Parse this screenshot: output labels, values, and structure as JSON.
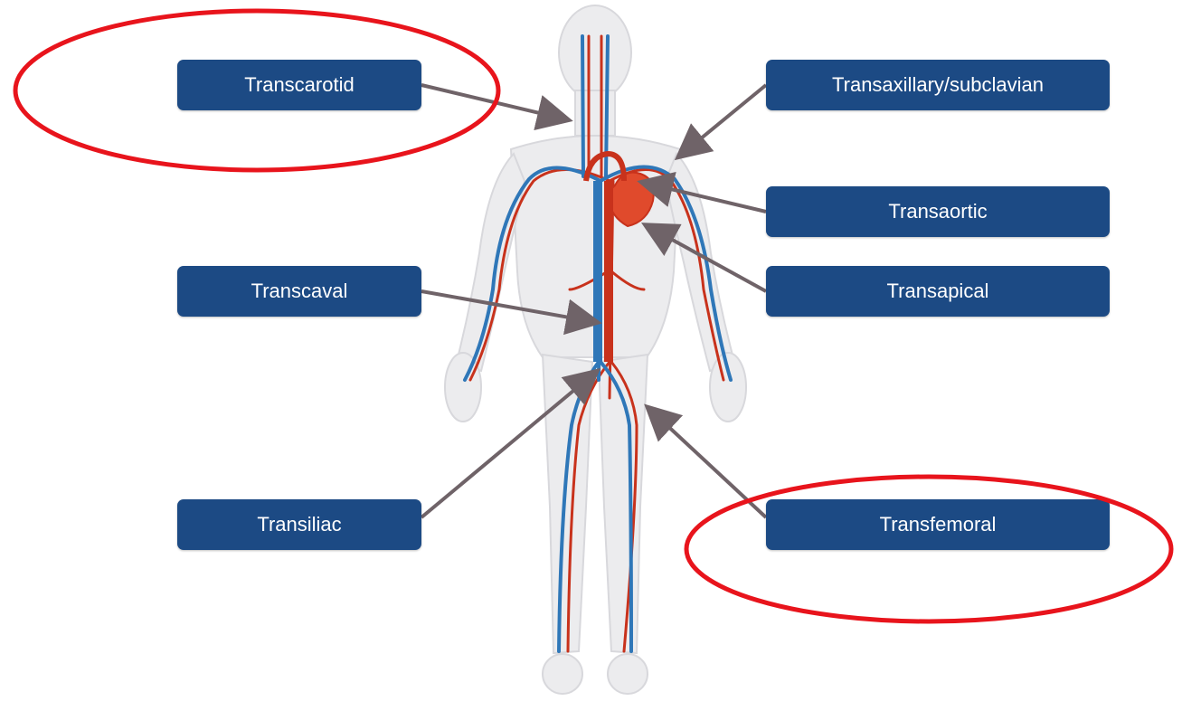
{
  "routes": {
    "transcarotid": "Transcarotid",
    "transaxillary_subclavian": "Transaxillary/subclavian",
    "transaortic": "Transaortic",
    "transcaval": "Transcaval",
    "transapical": "Transapical",
    "transiliac": "Transiliac",
    "transfemoral": "Transfemoral"
  },
  "highlighted_routes": [
    "Transcarotid",
    "Transfemoral"
  ],
  "colors": {
    "label_background": "#1c4a84",
    "label_text": "#ffffff",
    "arrow": "#6f6368",
    "highlight_ellipse": "#e8141c",
    "artery": "#c8321c",
    "vein": "#2f77b8",
    "heart": "#e04a2c",
    "body_silhouette": "#ececee"
  },
  "icons": [
    "human-body-illustration",
    "heart-icon"
  ]
}
